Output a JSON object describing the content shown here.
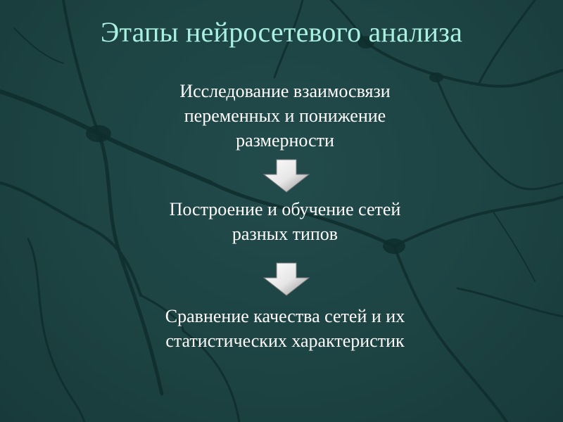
{
  "slide": {
    "title": "Этапы нейросетевого анализа",
    "steps": [
      {
        "lines": [
          "Исследование взаимосвязи",
          "переменных и понижение",
          "размерности"
        ]
      },
      {
        "lines": [
          "Построение  и обучение сетей",
          "разных типов"
        ]
      },
      {
        "lines": [
          "Сравнение качества сетей и их",
          "статистических характеристик"
        ]
      }
    ],
    "arrow_icon": "down-arrow-icon"
  },
  "colors": {
    "background": "#1e4444",
    "neuron_lines": "#0e2b2b",
    "title": "#a9f0e1",
    "body_text": "#ffffff",
    "arrow_light": "#ffffff",
    "arrow_shadow": "#9a9a9a"
  }
}
